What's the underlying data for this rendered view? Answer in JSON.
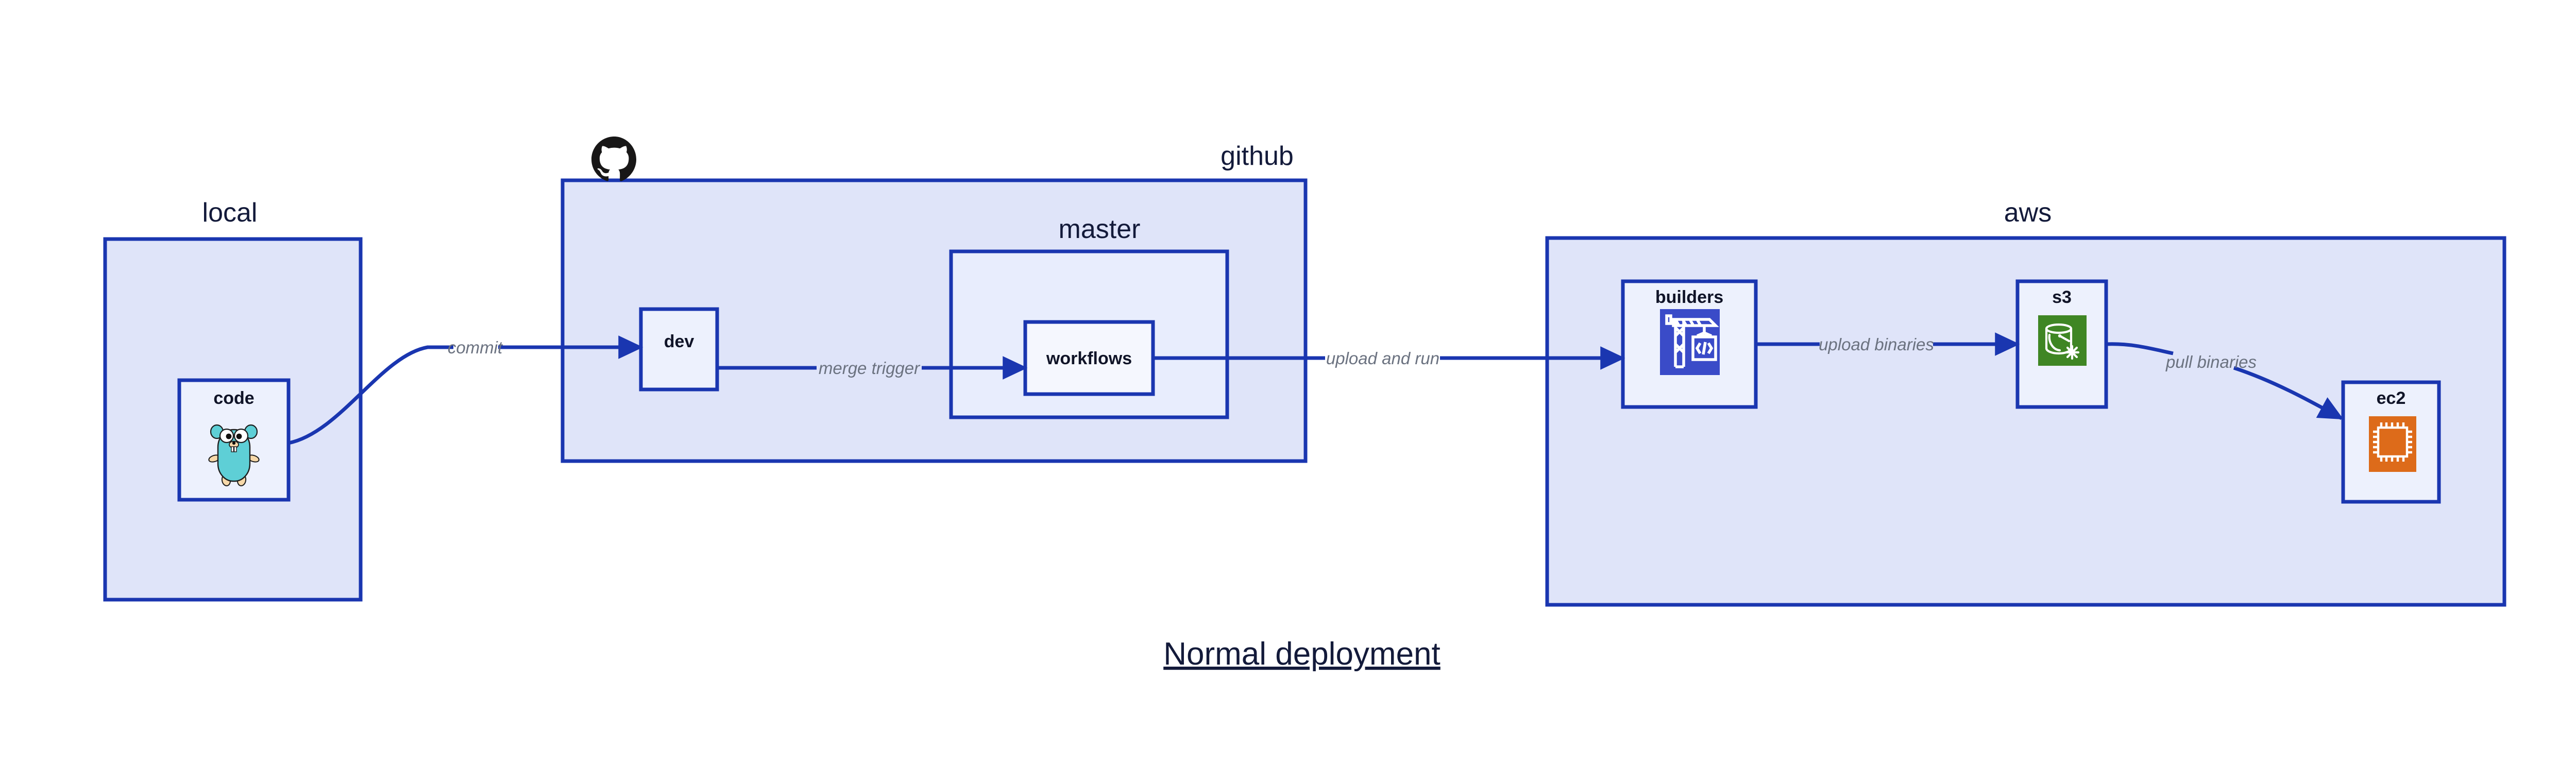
{
  "diagram": {
    "title": "Normal deployment",
    "groups": [
      {
        "id": "local",
        "label": "local"
      },
      {
        "id": "github",
        "label": "github"
      },
      {
        "id": "aws",
        "label": "aws"
      }
    ],
    "subgroups": [
      {
        "id": "master",
        "label": "master",
        "parent": "github"
      }
    ],
    "nodes": [
      {
        "id": "code",
        "label": "code",
        "group": "local",
        "icon": "go-gopher-icon"
      },
      {
        "id": "dev",
        "label": "dev",
        "group": "github",
        "icon": "none"
      },
      {
        "id": "workflows",
        "label": "workflows",
        "group": "master",
        "icon": "none"
      },
      {
        "id": "builders",
        "label": "builders",
        "group": "aws",
        "icon": "aws-crane-builder-icon"
      },
      {
        "id": "s3",
        "label": "s3",
        "group": "aws",
        "icon": "aws-s3-bucket-icon"
      },
      {
        "id": "ec2",
        "label": "ec2",
        "group": "aws",
        "icon": "aws-ec2-chip-icon"
      }
    ],
    "edges": [
      {
        "from": "code",
        "to": "dev",
        "label": "commit"
      },
      {
        "from": "dev",
        "to": "workflows",
        "label": "merge trigger"
      },
      {
        "from": "workflows",
        "to": "builders",
        "label": "upload and run"
      },
      {
        "from": "builders",
        "to": "s3",
        "label": "upload binaries"
      },
      {
        "from": "s3",
        "to": "ec2",
        "label": "pull binaries"
      }
    ],
    "logos": [
      {
        "id": "github-logo",
        "name": "github-octocat-icon",
        "attached_to": "github"
      }
    ],
    "colors": {
      "border": "#1a36b0",
      "group_fill": "#dfe4f9",
      "subgroup_fill": "#e8edfd",
      "node_fill": "#edf1fd",
      "node_fill_light": "#f5f7fe",
      "edge_label": "#6b7280",
      "text": "#131a3a",
      "builders_icon": "#3a4bc8",
      "s3_icon": "#3f8624",
      "ec2_icon": "#dd6b1a",
      "gopher_body": "#5ecfd6",
      "github_logo": "#181717",
      "page_background": "#ffffff"
    }
  }
}
